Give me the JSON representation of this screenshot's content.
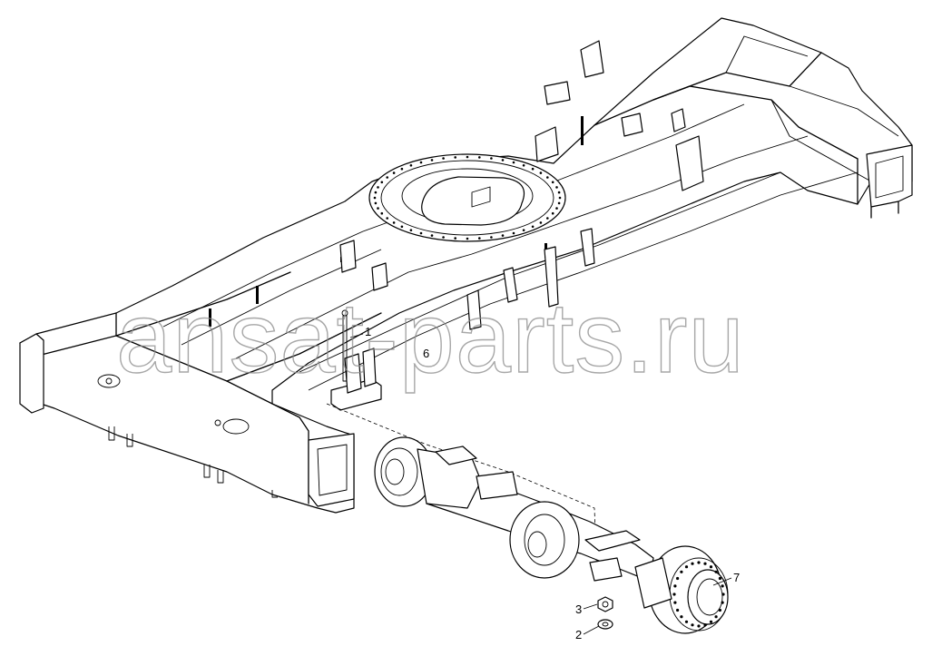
{
  "watermark": "ansat-parts.ru",
  "callouts": {
    "c1": "1",
    "c2": "2",
    "c3": "3",
    "c6": "6",
    "c7": "7"
  }
}
